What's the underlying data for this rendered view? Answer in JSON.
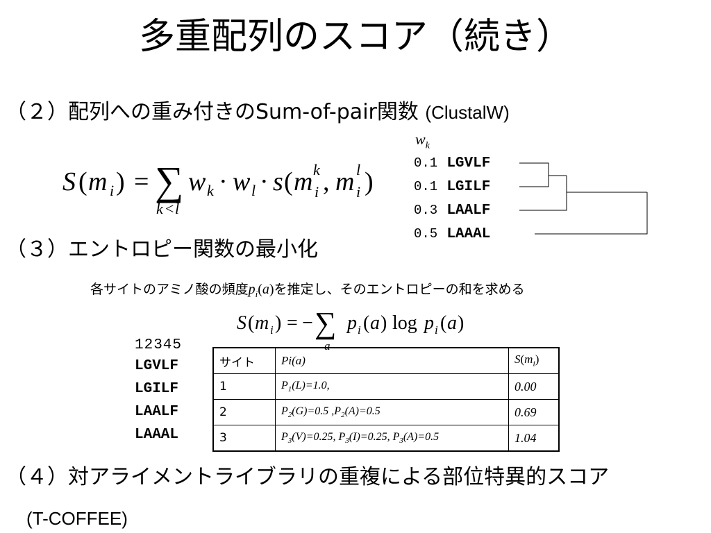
{
  "slide": {
    "title": "多重配列のスコア（続き）",
    "s2": {
      "label": "（２）配列への重み付きのSum-of-pair関数",
      "tool": "(ClustalW)"
    },
    "s3": {
      "label": "（３）エントロピー関数の最小化"
    },
    "s3_desc": {
      "pre": "各サイトのアミノ酸の頻度",
      "post": "を推定し、そのエントロピーの和を求める"
    },
    "s4": {
      "label": "（４）対アライメントライブラリの重複による部位特異的スコア",
      "tool": "(T-COFFEE)"
    }
  },
  "weights": {
    "header": "w_k",
    "rows": [
      {
        "weight": "0.1",
        "seq": "LGVLF"
      },
      {
        "weight": "0.1",
        "seq": "LGILF"
      },
      {
        "weight": "0.3",
        "seq": "LAALF"
      },
      {
        "weight": "0.5",
        "seq": "LAAAL"
      }
    ]
  },
  "alignment": {
    "index": "12345",
    "seqs": [
      "LGVLF",
      "LGILF",
      "LAALF",
      "LAAAL"
    ]
  },
  "site_table": {
    "headers": [
      "サイト",
      "Pi(a)",
      "S(m_i)"
    ],
    "rows": [
      {
        "site": "1",
        "prob": "P_1(L)=1.0,",
        "score": "0.00"
      },
      {
        "site": "2",
        "prob": "P_2(G)=0.5 ,P_2(A)=0.5",
        "score": "0.69"
      },
      {
        "site": "3",
        "prob": "P_3(V)=0.25, P_3(I)=0.25, P_3(A)=0.5",
        "score": "1.04"
      }
    ]
  }
}
